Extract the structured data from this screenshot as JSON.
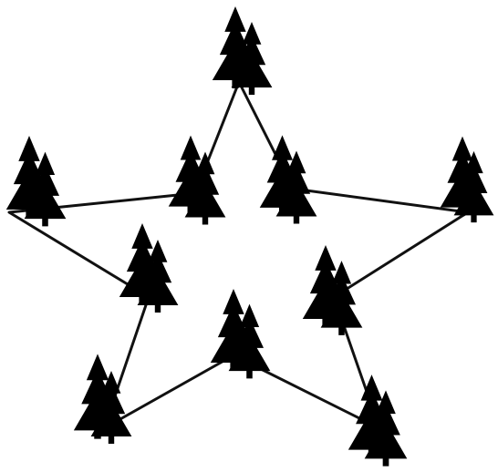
{
  "diagram": {
    "type": "star-of-tree-clusters",
    "colors": {
      "background": "#ffffff",
      "ink": "#000000",
      "line": "#111111"
    },
    "icon": "pine-tree-icon",
    "node_count": 10,
    "nodes": [
      {
        "id": "top-point",
        "label": ""
      },
      {
        "id": "upper-right-inner",
        "label": ""
      },
      {
        "id": "right-point",
        "label": ""
      },
      {
        "id": "lower-right-inner",
        "label": ""
      },
      {
        "id": "bottom-right-point",
        "label": ""
      },
      {
        "id": "bottom-inner",
        "label": ""
      },
      {
        "id": "bottom-left-point",
        "label": ""
      },
      {
        "id": "lower-left-inner",
        "label": ""
      },
      {
        "id": "left-point",
        "label": ""
      },
      {
        "id": "upper-left-inner",
        "label": ""
      }
    ]
  }
}
